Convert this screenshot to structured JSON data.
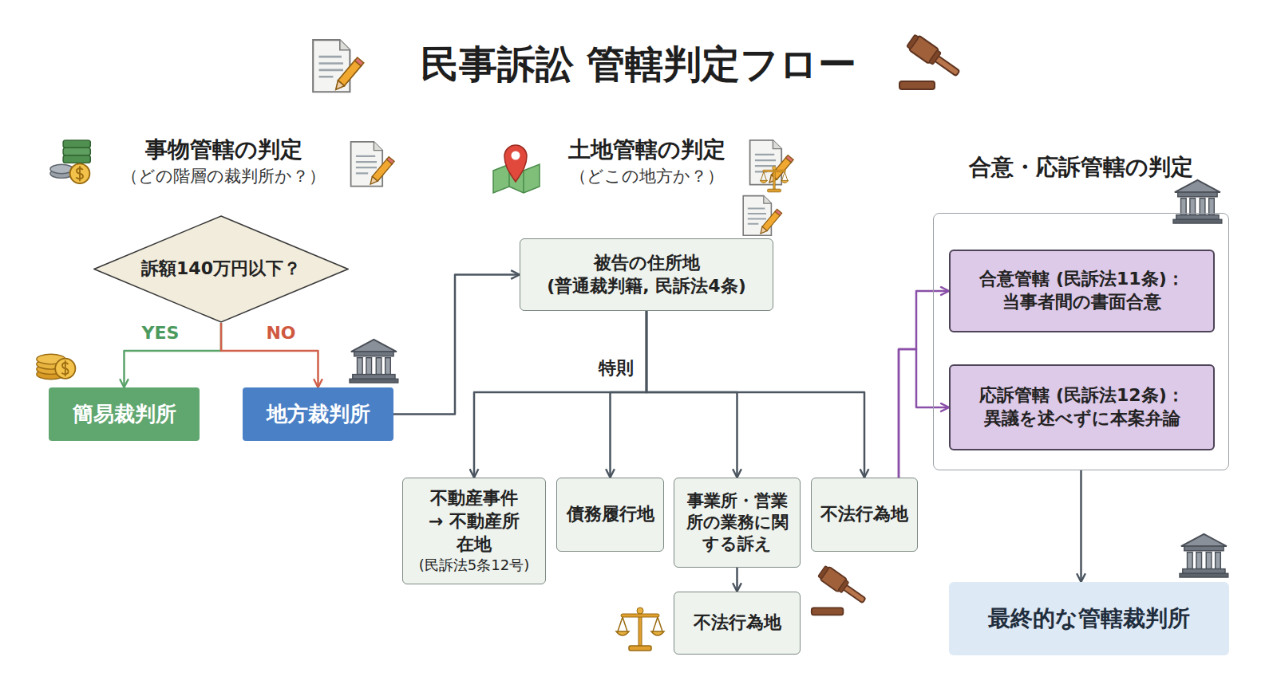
{
  "diagram": {
    "title": "民事訴訟 管轄判定フロー",
    "nodes": [
      {
        "text": [
          "訴額140万円以下？"
        ]
      },
      {
        "text": [
          "簡易裁判所"
        ]
      },
      {
        "text": [
          "地方裁判所"
        ]
      },
      {
        "text": [
          "被告の住所地 (普通裁判籍, 民訴法4条)"
        ]
      },
      {
        "text": [
          "不動産事件 → 不動産所在地",
          "(民訴法5条12号)"
        ]
      },
      {
        "text": [
          "債務履行地"
        ]
      },
      {
        "text": [
          "事業所・営業所の業務に関する訴え"
        ]
      },
      {
        "text": [
          "不法行為地"
        ]
      },
      {
        "text": [
          "不法行為地"
        ]
      },
      {
        "text": [
          "合意・応訴管轄の判定"
        ]
      },
      {
        "text": [
          "合意管轄 (民訴法11条)：当事者間の書面合意"
        ],
        "in": 9
      },
      {
        "text": [
          "応訴管轄 (民訴法12条)：異議を述べずに本案弁論"
        ],
        "in": 9
      },
      {
        "text": [
          "最終的な管轄裁判所"
        ]
      }
    ],
    "edges": [
      {
        "from": 0,
        "to": 1,
        "arrow": "to",
        "label": "YES"
      },
      {
        "from": 0,
        "to": 2,
        "arrow": "to",
        "label": "NO"
      },
      {
        "from": 2,
        "to": 3,
        "arrow": "to"
      },
      {
        "from": 3,
        "to": 4,
        "arrow": "to"
      },
      {
        "from": 3,
        "to": 5,
        "arrow": "to"
      },
      {
        "from": 3,
        "to": 6,
        "arrow": "to"
      },
      {
        "from": 3,
        "to": 7,
        "arrow": "to"
      },
      {
        "from": 6,
        "to": 8,
        "arrow": "to"
      },
      {
        "from": 7,
        "to": 10,
        "arrow": "to"
      },
      {
        "from": 7,
        "to": 11,
        "arrow": "to"
      },
      {
        "from": 9,
        "to": 12,
        "arrow": "to"
      }
    ],
    "labels": [
      "事物管轄の判定",
      "（どの階層の裁判所か？）",
      "土地管轄の判定",
      "（どこの地方か？）",
      "特則"
    ]
  }
}
